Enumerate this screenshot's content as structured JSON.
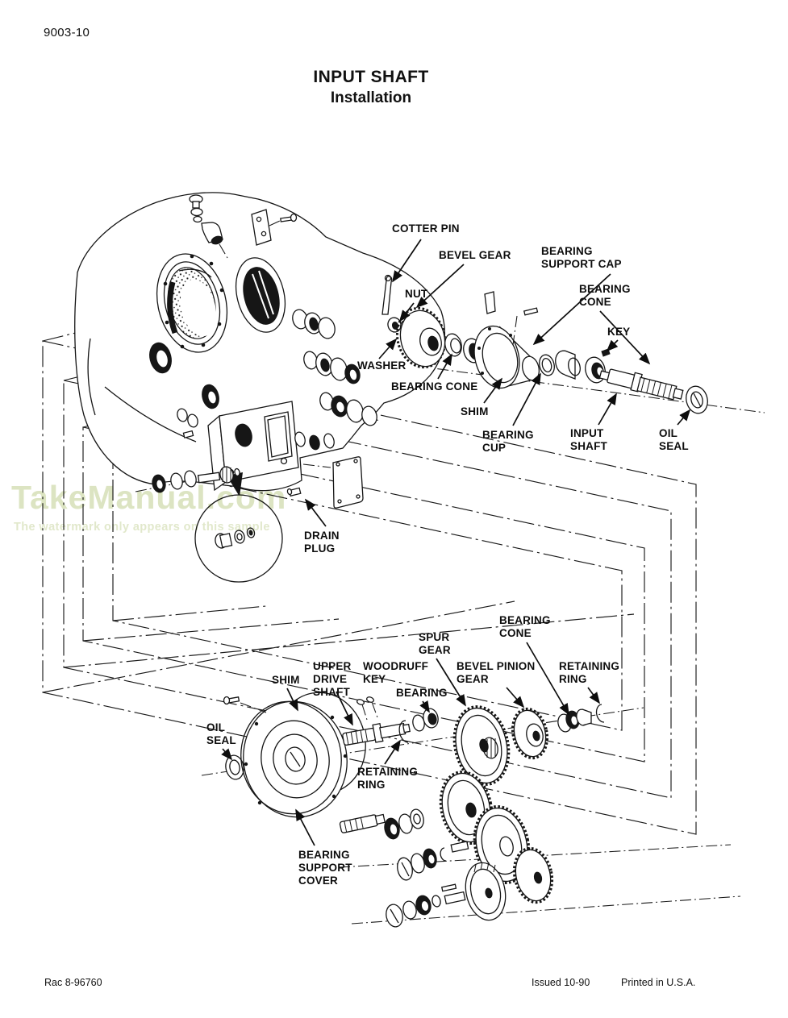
{
  "page": {
    "section_code": "9003-10",
    "title": "INPUT SHAFT",
    "subtitle": "Installation"
  },
  "watermark": {
    "brand": "TakeManual.com",
    "tagline": "The watermark only appears on this sample"
  },
  "labels": {
    "cotter_pin": "COTTER PIN",
    "bevel_gear": "BEVEL GEAR",
    "bearing_support_cap": "BEARING\nSUPPORT CAP",
    "nut": "NUT",
    "bearing_cone_right": "BEARING\nCONE",
    "key": "KEY",
    "washer": "WASHER",
    "bearing_cone_left": "BEARING CONE",
    "shim_upper": "SHIM",
    "bearing_cup": "BEARING\nCUP",
    "input_shaft": "INPUT\nSHAFT",
    "oil_seal_upper": "OIL\nSEAL",
    "drain_plug": "DRAIN\nPLUG",
    "bearing_cone_lower": "BEARING\nCONE",
    "spur_gear": "SPUR\nGEAR",
    "shim_lower": "SHIM",
    "upper_drive_shaft": "UPPER\nDRIVE\nSHAFT",
    "woodruff_key": "WOODRUFF\nKEY",
    "bearing": "BEARING",
    "bevel_pinion_gear": "BEVEL PINION\nGEAR",
    "retaining_ring_upper": "RETAINING\nRING",
    "oil_seal_lower": "OIL\nSEAL",
    "retaining_ring_lower": "RETAINING\nRING",
    "bearing_support_cover": "BEARING\nSUPPORT\nCOVER"
  },
  "footer": {
    "doc_code": "Rac 8-96760",
    "issued": "Issued 10-90",
    "printed": "Printed in U.S.A."
  }
}
